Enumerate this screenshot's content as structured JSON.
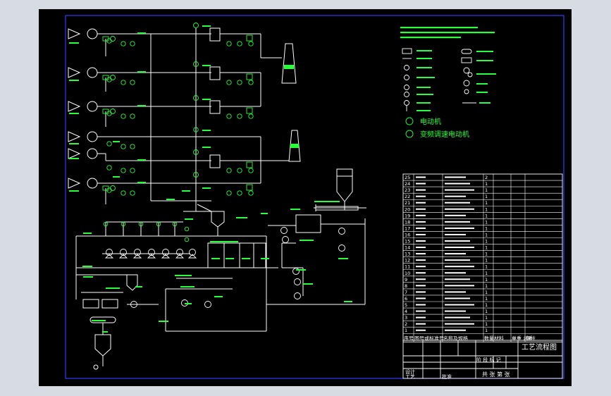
{
  "drawing": {
    "colors": {
      "background": "#000000",
      "line": "#ffffff",
      "annotation": "#26ff3a",
      "frame": "#2f3cff",
      "outer_bg": "#d6dbe4"
    },
    "legend": {
      "motor_label": "电动机",
      "vfd_motor_label": "变频调速电动机"
    },
    "title_block": {
      "drawing_title": "工艺流程图",
      "header_columns": [
        "序号",
        "图号或标准号",
        "名称及规格",
        "数量",
        "材料",
        "单重 总重",
        "备注"
      ],
      "stage_label": "阶 段 标 记",
      "sheet_row": "共  张  第  张",
      "designer": "设计",
      "process": "工艺",
      "approve": "批准"
    },
    "parts_rows": [
      {
        "no": "25",
        "qty": "2"
      },
      {
        "no": "24",
        "qty": "1"
      },
      {
        "no": "23",
        "qty": "1"
      },
      {
        "no": "22",
        "qty": "1"
      },
      {
        "no": "21",
        "qty": "1"
      },
      {
        "no": "20",
        "qty": "1"
      },
      {
        "no": "19",
        "qty": "1"
      },
      {
        "no": "18",
        "qty": "1"
      },
      {
        "no": "17",
        "qty": "1"
      },
      {
        "no": "16",
        "qty": "1"
      },
      {
        "no": "15",
        "qty": "1"
      },
      {
        "no": "14",
        "qty": "1"
      },
      {
        "no": "13",
        "qty": "1"
      },
      {
        "no": "12",
        "qty": "1"
      },
      {
        "no": "11",
        "qty": "1"
      },
      {
        "no": "10",
        "qty": "1"
      },
      {
        "no": "9",
        "qty": "1"
      },
      {
        "no": "8",
        "qty": "1"
      },
      {
        "no": "7",
        "qty": "1"
      },
      {
        "no": "6",
        "qty": "1"
      },
      {
        "no": "5",
        "qty": "1"
      },
      {
        "no": "4",
        "qty": "1"
      },
      {
        "no": "3",
        "qty": "1"
      },
      {
        "no": "2",
        "qty": "1"
      },
      {
        "no": "1",
        "qty": "1"
      }
    ]
  }
}
